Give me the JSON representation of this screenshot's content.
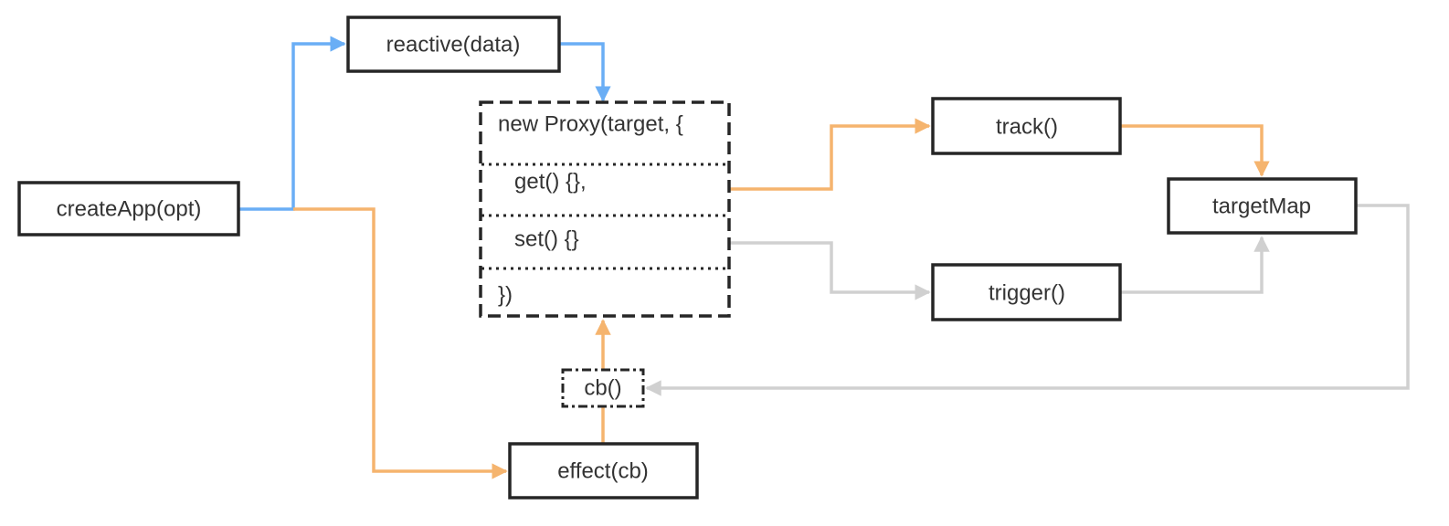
{
  "colors": {
    "blue": "#6aaef5",
    "orange": "#f5b46e",
    "gray": "#d0d0d0",
    "box_border": "#262626",
    "text": "#333333"
  },
  "nodes": {
    "create_app": "createApp(opt)",
    "reactive": "reactive(data)",
    "proxy": {
      "header": "new Proxy(target, {",
      "get": "get() {},",
      "set": "set() {}",
      "footer": "})"
    },
    "track": "track()",
    "trigger": "trigger()",
    "target_map": "targetMap",
    "cb": "cb()",
    "effect": "effect(cb)"
  }
}
